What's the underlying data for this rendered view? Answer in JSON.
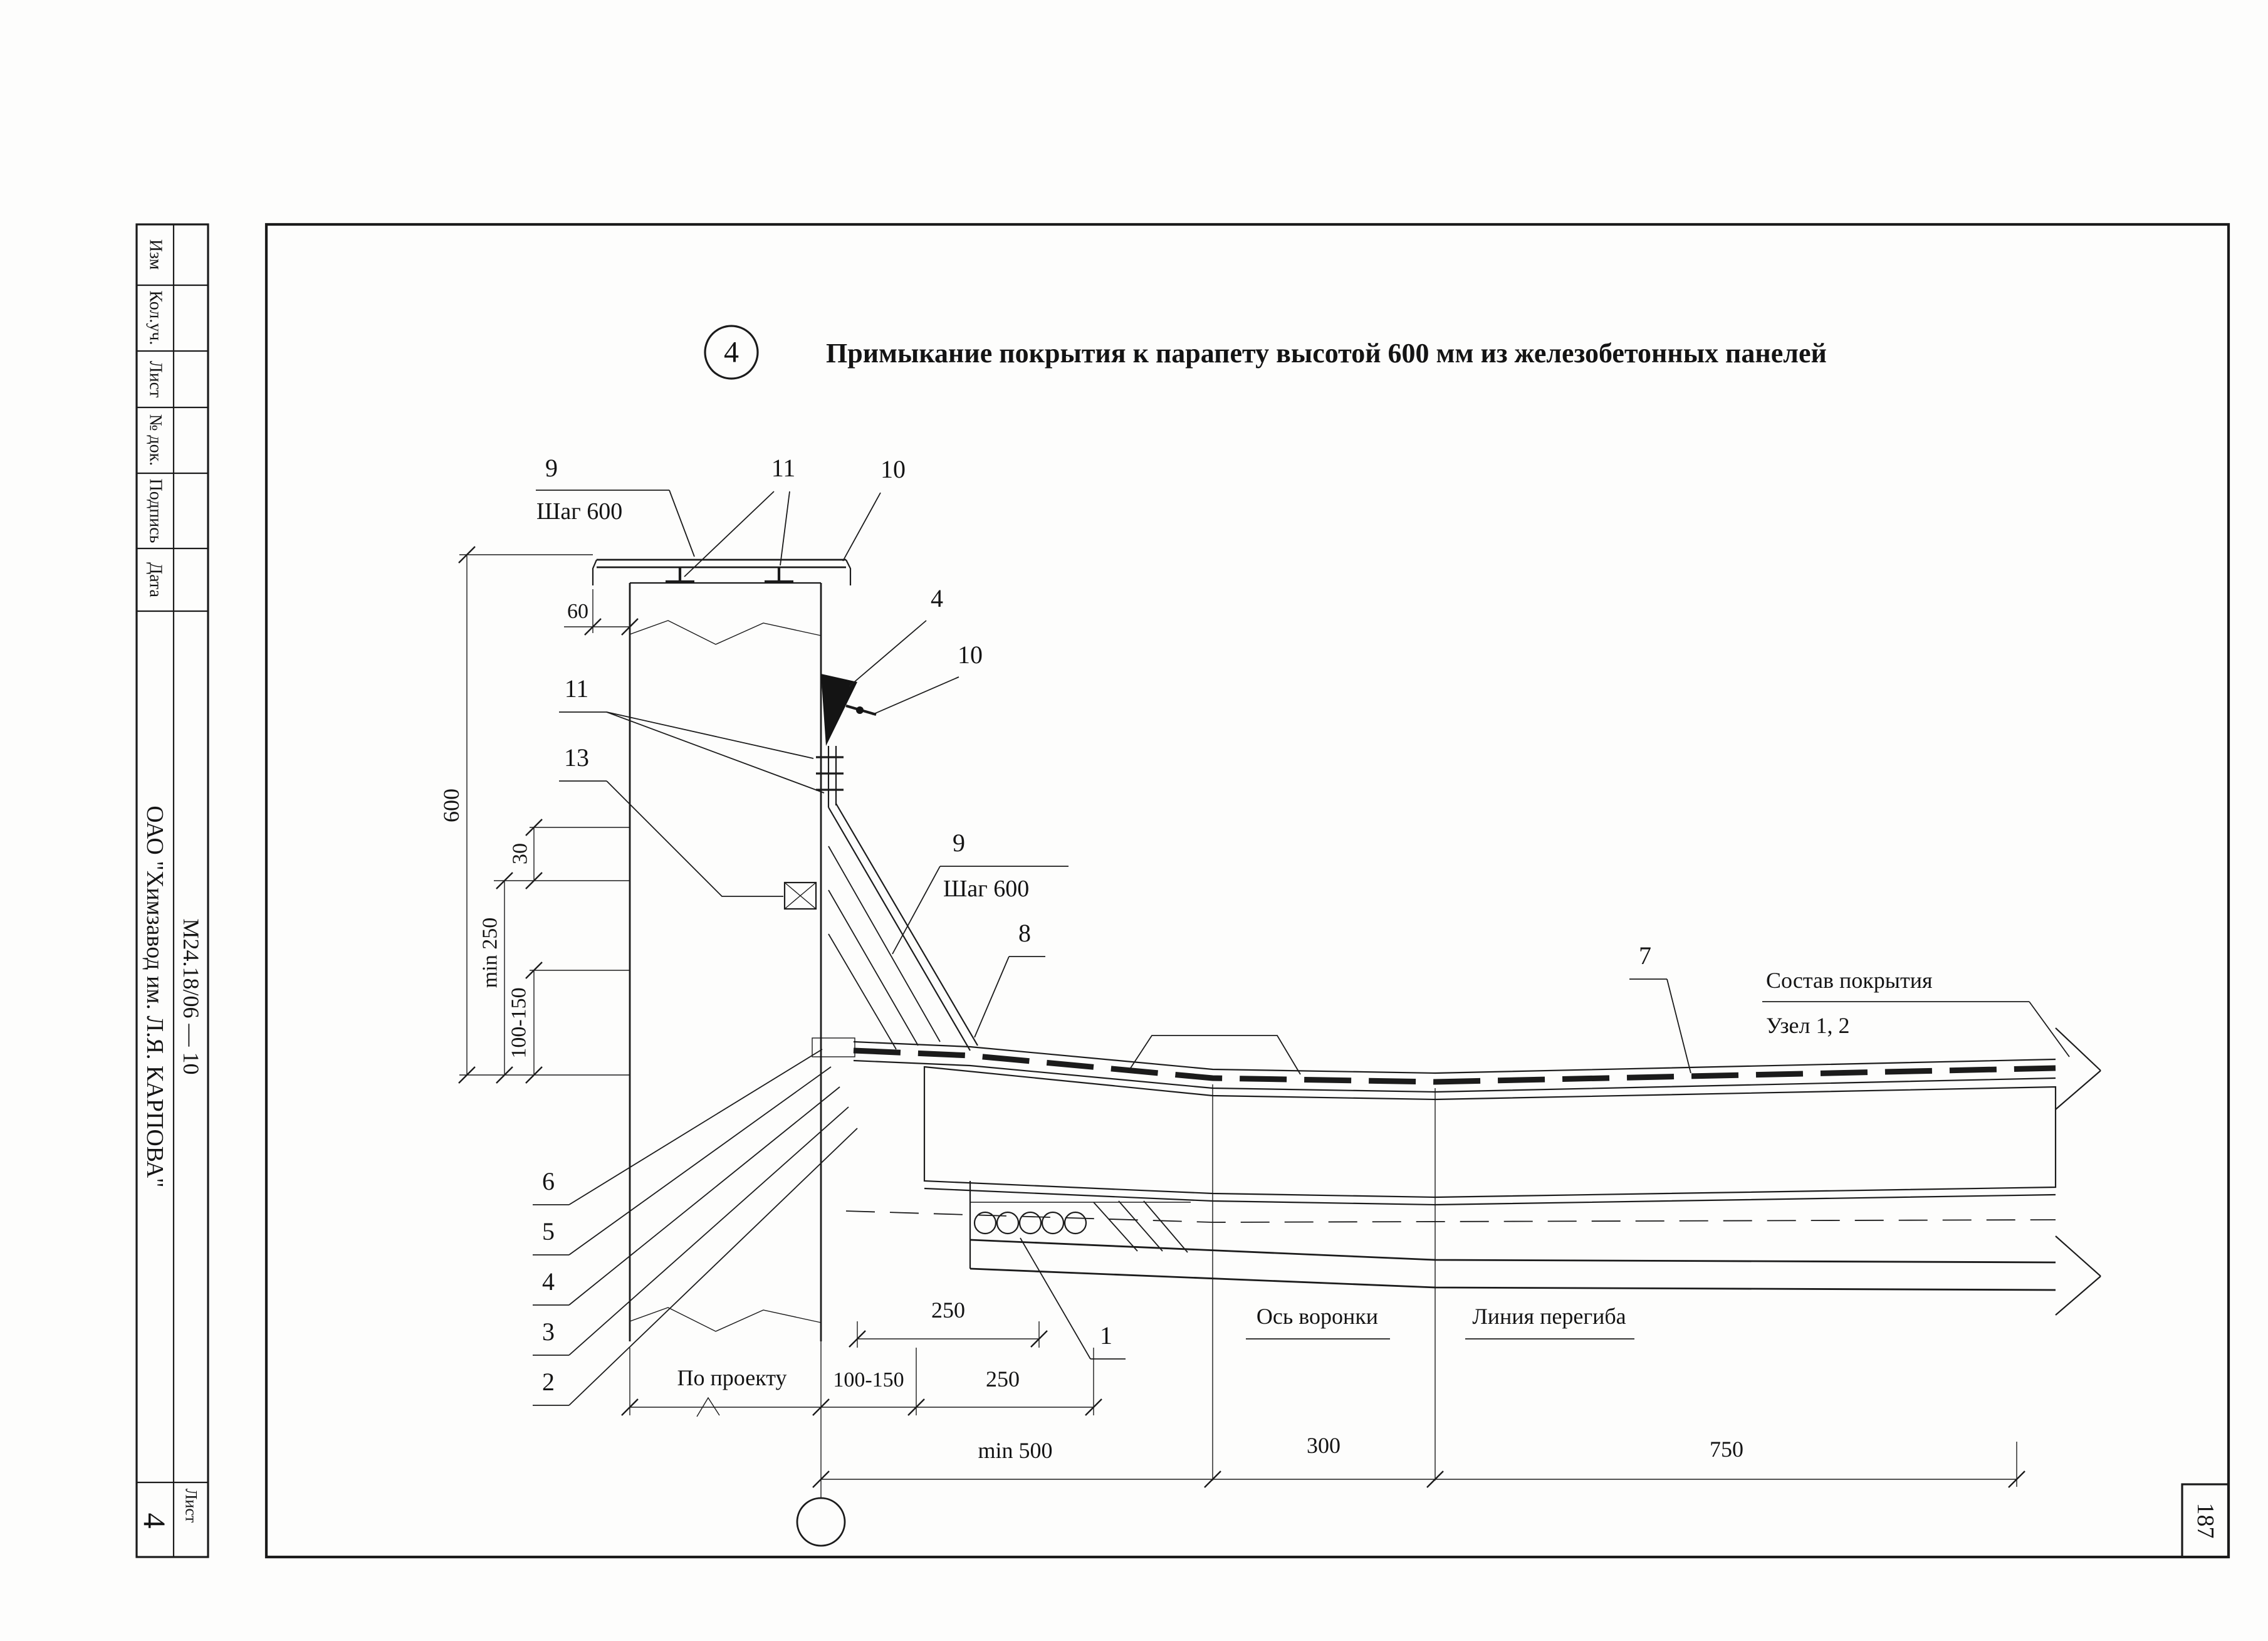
{
  "stamp": {
    "col_izm": "Изм",
    "col_kol": "Кол.уч.",
    "col_list": "Лист",
    "col_doc": "№ док.",
    "col_podpis": "Подпись",
    "col_data": "Дата",
    "org_name": "ОАО \"Химзавод им. Л.Я. КАРПОВА\"",
    "doc_code": "М24.18/06 — 10",
    "sheet_label": "Лист",
    "sheet_number": "4",
    "page_number": "187"
  },
  "header": {
    "node_number": "4",
    "title": "Примыкание покрытия к парапету высотой 600 мм из железобетонных панелей"
  },
  "callouts": {
    "c9_top": "9",
    "step_top": "Шаг 600",
    "c11_top": "11",
    "c10_top": "10",
    "c4_right": "4",
    "c10_right": "10",
    "c11_left": "11",
    "c13_left": "13",
    "c9_mid": "9",
    "step_mid": "Шаг 600",
    "c8": "8",
    "c7": "7",
    "c6": "6",
    "c5": "5",
    "c4_left": "4",
    "c3": "3",
    "c2": "2",
    "c1": "1"
  },
  "dims": {
    "d60": "60",
    "d600": "600",
    "d30": "30",
    "dmin250": "min 250",
    "d100150_v": "100-150",
    "d250_u": "250",
    "po_proektu": "По проекту",
    "d100150_b": "100-150",
    "d250_b": "250",
    "dmin500": "min 500",
    "d300": "300",
    "d750": "750"
  },
  "notes": {
    "funnel_axis": "Ось воронки",
    "bend_line": "Линия перегиба",
    "coating": "Состав покрытия",
    "node_ref": "Узел 1, 2"
  }
}
